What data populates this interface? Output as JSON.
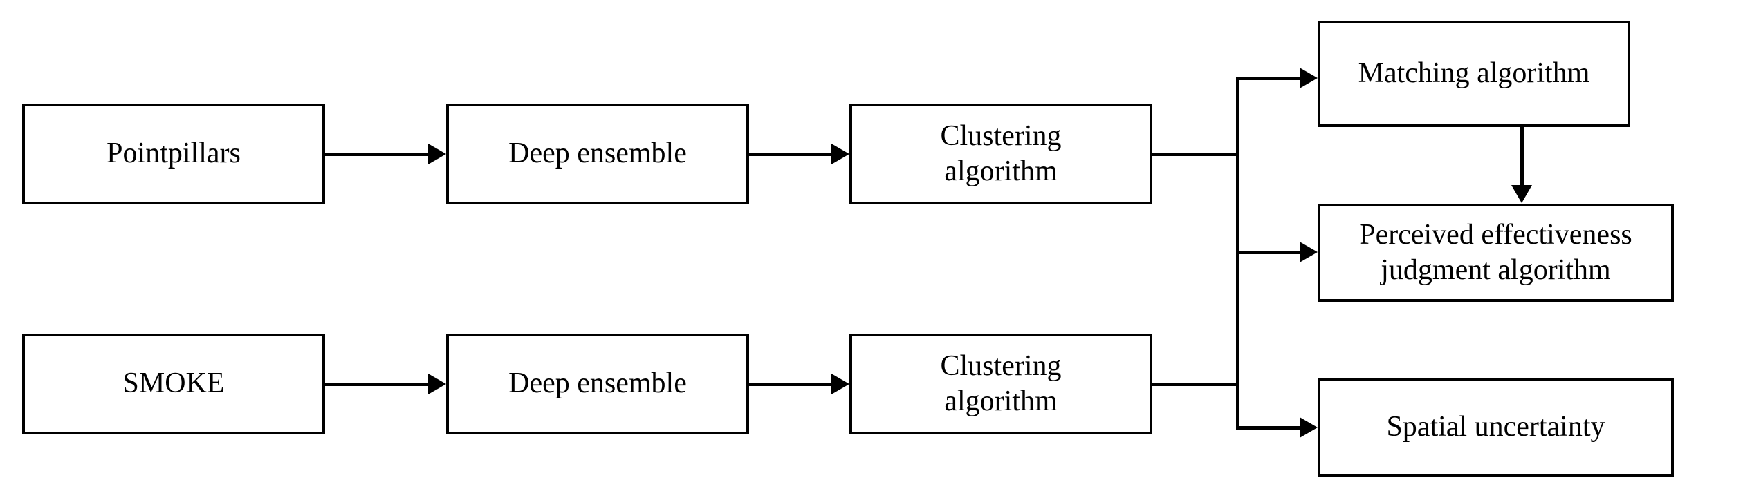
{
  "diagram": {
    "title": "Perception pipeline flowchart",
    "background_color": "#ffffff",
    "stroke_color": "#000000",
    "nodes": {
      "pointpillars": "Pointpillars",
      "deep_ensemble_1": "Deep ensemble",
      "clustering_1": "Clustering\nalgorithm",
      "smoke": "SMOKE",
      "deep_ensemble_2": "Deep ensemble",
      "clustering_2": "Clustering\nalgorithm",
      "matching": "Matching algorithm",
      "perceived": "Perceived effectiveness\njudgment algorithm",
      "spatial": "Spatial uncertainty"
    },
    "edges": [
      {
        "id": "e1",
        "from": "pointpillars",
        "to": "deep_ensemble_1",
        "arrow": "right"
      },
      {
        "id": "e2",
        "from": "deep_ensemble_1",
        "to": "clustering_1",
        "arrow": "right"
      },
      {
        "id": "e3",
        "from": "smoke",
        "to": "deep_ensemble_2",
        "arrow": "right"
      },
      {
        "id": "e4",
        "from": "deep_ensemble_2",
        "to": "clustering_2",
        "arrow": "right"
      },
      {
        "id": "e5",
        "from": "clustering_1",
        "to": "bus",
        "arrow": "none"
      },
      {
        "id": "e6",
        "from": "clustering_2",
        "to": "bus",
        "arrow": "none"
      },
      {
        "id": "e7",
        "from": "bus",
        "to": "matching",
        "arrow": "right"
      },
      {
        "id": "e8",
        "from": "bus",
        "to": "perceived",
        "arrow": "right"
      },
      {
        "id": "e9",
        "from": "bus",
        "to": "spatial",
        "arrow": "right"
      },
      {
        "id": "e10",
        "from": "matching",
        "to": "perceived",
        "arrow": "down"
      }
    ]
  }
}
